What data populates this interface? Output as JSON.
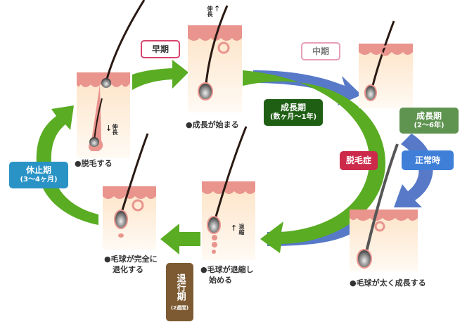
{
  "labels": {
    "early": "早期",
    "middle": "中期",
    "growth_short": {
      "title": "成長期",
      "period": "(数ヶ月〜1年)"
    },
    "growth_normal": {
      "title": "成長期",
      "period": "(2〜6年)"
    },
    "alopecia": "脱毛症",
    "normal": "正常時",
    "resting": {
      "title": "休止期",
      "period": "(3〜4ヶ月)"
    },
    "regression": {
      "title": "退行期",
      "period": "(2週間)"
    }
  },
  "captions": {
    "shedding": "●脱毛する",
    "growth_start": "●成長が始まる",
    "bulb_grows": "●毛球が太く成長する",
    "bulb_shrinks_1": "●毛球が退縮し",
    "bulb_shrinks_2": "始める",
    "bulb_regressed_1": "●毛球が完全に",
    "bulb_regressed_2": "退化する"
  },
  "annotations": {
    "elongate": "伸長",
    "shrink": "退縮"
  },
  "colors": {
    "arrow_green": "#5aac23",
    "arrow_blue": "#5779c8",
    "early_border": "#d9456f",
    "growth_short": "#1f5f14",
    "growth_normal": "#5f9450",
    "alopecia": "#cc2a4b",
    "normal": "#3f7fd8",
    "resting": "#2a93c6",
    "regression": "#7d5a32",
    "skin_top": "#e9948d",
    "skin_body": "#fde8cf"
  }
}
